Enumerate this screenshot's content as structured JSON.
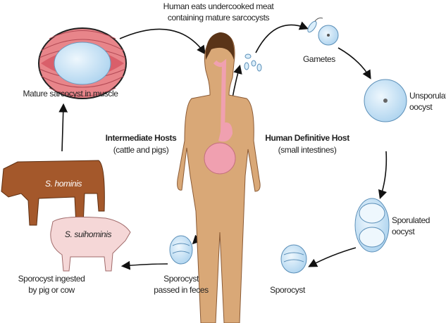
{
  "title": {
    "line1": "Human eats undercooked meat",
    "line2": "containing mature sarcocysts"
  },
  "stages": {
    "muscle": "Mature sarcocyst in muscle",
    "gametes": "Gametes",
    "unsporulated": {
      "line1": "Unsporulated",
      "line2": "oocyst"
    },
    "sporulated": {
      "line1": "Sporulated",
      "line2": "oocyst"
    },
    "sporocyst": "Sporocyst",
    "feces": {
      "line1": "Sporocyst",
      "line2": "passed in feces"
    },
    "ingested": {
      "line1": "Sporocyst ingested",
      "line2": "by pig or cow"
    }
  },
  "hosts": {
    "intermediate": {
      "title": "Intermediate Hosts",
      "subtitle": "(cattle and pigs)"
    },
    "definitive": {
      "title": "Human Definitive Host",
      "subtitle": "(small intestines)"
    }
  },
  "animals": {
    "cow": "S. hominis",
    "pig": "S. suihominis"
  },
  "colors": {
    "muscle": "#e8858a",
    "cyst": "#c9e3f5",
    "skin": "#d9a877",
    "cow": "#a4582b",
    "pig": "#f5d7d7",
    "gut": "#f0a0b0"
  }
}
